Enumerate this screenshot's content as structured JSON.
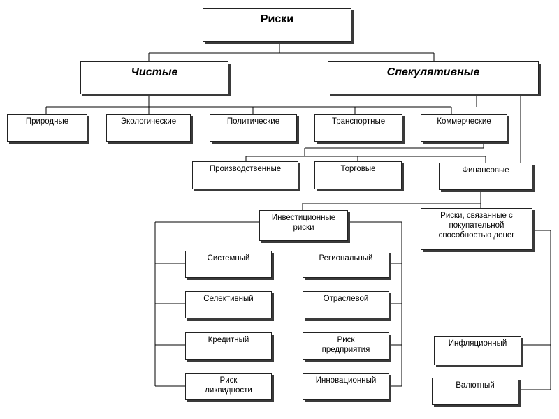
{
  "diagram": {
    "root": "Риски",
    "level1": {
      "pure": "Чистые",
      "speculative": "Спекулятивные"
    },
    "level2": {
      "natural": "Природные",
      "ecological": "Экологические",
      "political": "Политические",
      "transport": "Транспортные",
      "commercial": "Коммерческие"
    },
    "commercial_children": {
      "production": "Производственные",
      "trade": "Торговые",
      "financial": "Финансовые"
    },
    "financial_children": {
      "investment": "Инвестиционные\nриски",
      "purchasing_power": "Риски, связанные с\nпокупательной\nспособностью денег"
    },
    "investment_left": {
      "systemic": "Системный",
      "selective": "Селективный",
      "credit": "Кредитный",
      "liquidity": "Риск\nликвидности"
    },
    "investment_right": {
      "regional": "Региональный",
      "sectoral": "Отраслевой",
      "enterprise": "Риск\nпредприятия",
      "innovation": "Инновационный"
    },
    "purchasing_power_children": {
      "inflation": "Инфляционный",
      "currency": "Валютный"
    }
  }
}
